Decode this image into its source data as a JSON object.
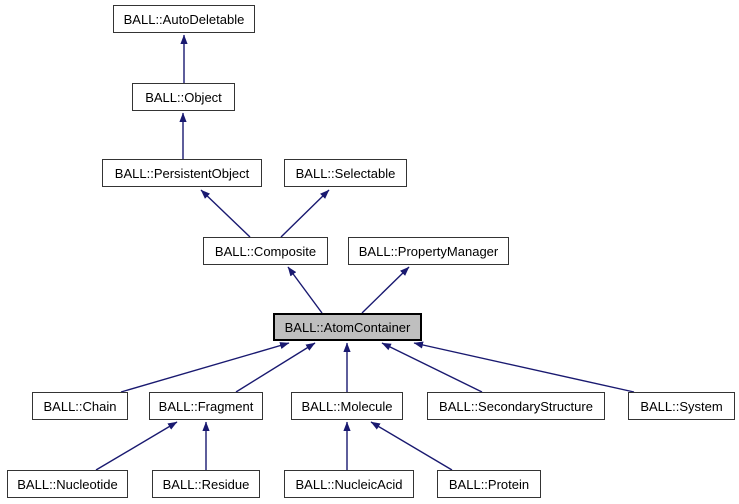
{
  "diagram": {
    "kind": "class-inheritance-graph",
    "colors": {
      "arrow": "#191970",
      "node_border": "#343434",
      "node_fill": "#ffffff",
      "current_node_fill": "#bfbfbf",
      "current_node_border": "#000000",
      "background": "#ffffff",
      "text": "#000000"
    },
    "nodes": [
      {
        "id": "auto-deletable",
        "label": "BALL::AutoDeletable",
        "current": false
      },
      {
        "id": "object",
        "label": "BALL::Object",
        "current": false
      },
      {
        "id": "persistent-object",
        "label": "BALL::PersistentObject",
        "current": false
      },
      {
        "id": "selectable",
        "label": "BALL::Selectable",
        "current": false
      },
      {
        "id": "composite",
        "label": "BALL::Composite",
        "current": false
      },
      {
        "id": "property-manager",
        "label": "BALL::PropertyManager",
        "current": false
      },
      {
        "id": "atom-container",
        "label": "BALL::AtomContainer",
        "current": true
      },
      {
        "id": "chain",
        "label": "BALL::Chain",
        "current": false
      },
      {
        "id": "fragment",
        "label": "BALL::Fragment",
        "current": false
      },
      {
        "id": "molecule",
        "label": "BALL::Molecule",
        "current": false
      },
      {
        "id": "secondary-structure",
        "label": "BALL::SecondaryStructure",
        "current": false
      },
      {
        "id": "system",
        "label": "BALL::System",
        "current": false
      },
      {
        "id": "nucleotide",
        "label": "BALL::Nucleotide",
        "current": false
      },
      {
        "id": "residue",
        "label": "BALL::Residue",
        "current": false
      },
      {
        "id": "nucleic-acid",
        "label": "BALL::NucleicAcid",
        "current": false
      },
      {
        "id": "protein",
        "label": "BALL::Protein",
        "current": false
      }
    ],
    "edges": [
      {
        "from": "BALL::Object",
        "to": "BALL::AutoDeletable"
      },
      {
        "from": "BALL::PersistentObject",
        "to": "BALL::Object"
      },
      {
        "from": "BALL::Composite",
        "to": "BALL::PersistentObject"
      },
      {
        "from": "BALL::Composite",
        "to": "BALL::Selectable"
      },
      {
        "from": "BALL::AtomContainer",
        "to": "BALL::Composite"
      },
      {
        "from": "BALL::AtomContainer",
        "to": "BALL::PropertyManager"
      },
      {
        "from": "BALL::Chain",
        "to": "BALL::AtomContainer"
      },
      {
        "from": "BALL::Fragment",
        "to": "BALL::AtomContainer"
      },
      {
        "from": "BALL::Molecule",
        "to": "BALL::AtomContainer"
      },
      {
        "from": "BALL::SecondaryStructure",
        "to": "BALL::AtomContainer"
      },
      {
        "from": "BALL::System",
        "to": "BALL::AtomContainer"
      },
      {
        "from": "BALL::Nucleotide",
        "to": "BALL::Fragment"
      },
      {
        "from": "BALL::Residue",
        "to": "BALL::Fragment"
      },
      {
        "from": "BALL::NucleicAcid",
        "to": "BALL::Molecule"
      },
      {
        "from": "BALL::Protein",
        "to": "BALL::Molecule"
      }
    ]
  }
}
